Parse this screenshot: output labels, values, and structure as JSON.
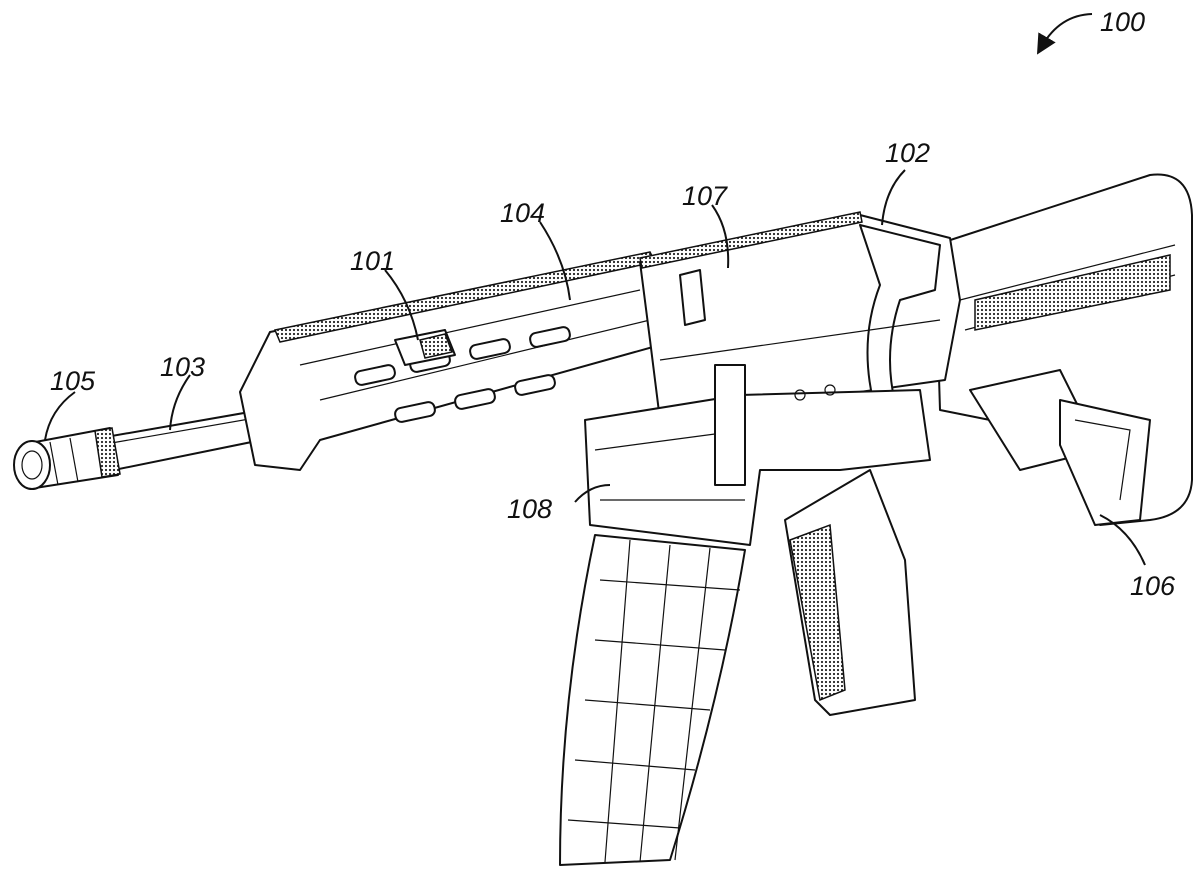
{
  "figure": {
    "reference_numerals": {
      "assembly": "100",
      "rail_slot": "101",
      "charging_handle": "102",
      "barrel": "103",
      "handguard": "104",
      "muzzle_device": "105",
      "stock": "106",
      "upper_receiver": "107",
      "magazine_well": "108"
    }
  }
}
